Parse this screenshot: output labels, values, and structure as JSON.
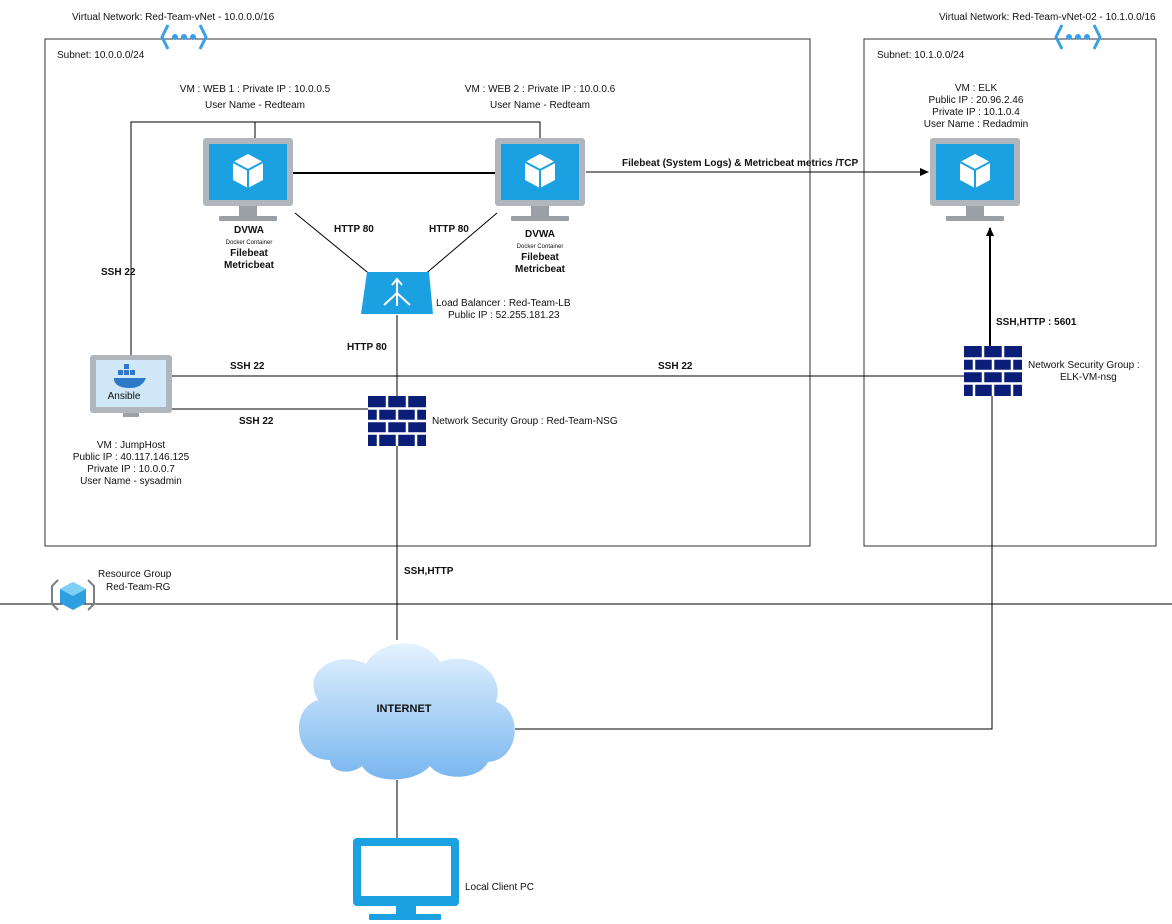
{
  "vnets": {
    "vnet1": "Virtual Network: Red-Team-vNet - 10.0.0.0/16",
    "vnet2": "Virtual Network: Red-Team-vNet-02 - 10.1.0.0/16"
  },
  "subnets": {
    "subnet1": "Subnet: 10.0.0.0/24",
    "subnet2": "Subnet: 10.1.0.0/24"
  },
  "web1": {
    "line1": "VM : WEB 1 : Private IP : 10.0.0.5",
    "line2": "User Name - Redteam",
    "app": "DVWA",
    "container": "Docker Container",
    "beat1": "Filebeat",
    "beat2": "Metricbeat"
  },
  "web2": {
    "line1": "VM : WEB 2 : Private IP : 10.0.0.6",
    "line2": "User Name - Redteam",
    "app": "DVWA",
    "container": "Docker Container",
    "beat1": "Filebeat",
    "beat2": "Metricbeat"
  },
  "elk": {
    "line1": "VM : ELK",
    "line2": "Public IP : 20.96.2.46",
    "line3": "Private IP : 10.1.0.4",
    "line4": "User Name : Redadmin"
  },
  "lb": {
    "line1": "Load Balancer : Red-Team-LB",
    "line2": "Public IP : 52.255.181.23"
  },
  "jumphost": {
    "badge": "Ansible",
    "line1": "VM : JumpHost",
    "line2": "Public IP : 40.117.146.125",
    "line3": "Private IP : 10.0.0.7",
    "line4": "User Name - sysadmin"
  },
  "nsg": {
    "red": "Network Security Group : Red-Team-NSG",
    "elk_line1": "Network Security Group :",
    "elk_line2": "ELK-VM-nsg"
  },
  "connections": {
    "filebeat": "Filebeat (System Logs) & Metricbeat metrics /TCP",
    "ssh_left": "SSH 22",
    "ssh_jump_web": "SSH 22",
    "ssh_jump_elk": "SSH 22",
    "ssh_jump_nsg": "SSH 22",
    "http_web1": "HTTP 80",
    "http_web2": "HTTP 80",
    "http_lb": "HTTP 80",
    "elk_port": "SSH,HTTP : 5601",
    "internet_link": "SSH,HTTP"
  },
  "resource_group": {
    "line1": "Resource Group",
    "line2": "Red-Team-RG"
  },
  "internet": "INTERNET",
  "client": "Local Client  PC",
  "colors": {
    "vm_blue": "#1ba1e2",
    "vm_frame": "#9aa0a6",
    "firewall": "#0a1e78",
    "cloud_top": "#ddefff",
    "cloud_bottom": "#7cbaf0",
    "client_blue": "#1ba1e2"
  }
}
